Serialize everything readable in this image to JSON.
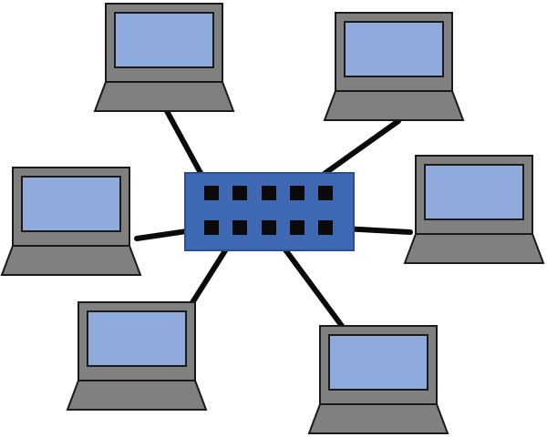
{
  "colors": {
    "background": "#ffffff",
    "laptop_body": "#808080",
    "outline": "#1a1a1a",
    "screen": "#8faadc",
    "switch_body": "#3f68b3",
    "switch_port": "#0a0a0a",
    "cable": "#0a0a0a"
  },
  "icons": {
    "laptop": "laptop-icon",
    "switch": "network-switch-icon"
  },
  "switch": {
    "port_rows": 2,
    "ports_per_row": 5
  },
  "laptops": [
    {
      "id": "laptop-1",
      "connected_port": "top-1"
    },
    {
      "id": "laptop-2",
      "connected_port": "top-4"
    },
    {
      "id": "laptop-3",
      "connected_port": "bottom-1"
    },
    {
      "id": "laptop-4",
      "connected_port": "bottom-5"
    },
    {
      "id": "laptop-5",
      "connected_port": "bottom-2"
    },
    {
      "id": "laptop-6",
      "connected_port": "bottom-3"
    }
  ]
}
